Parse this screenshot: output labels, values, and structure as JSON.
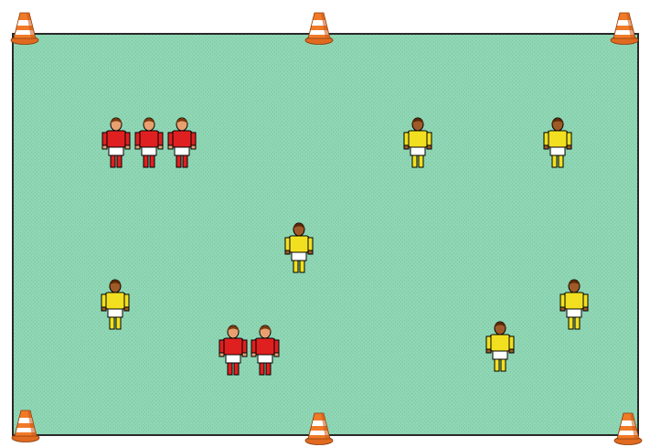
{
  "pitch": {
    "fill": "#8fd6b4",
    "speckle": "#7cc4a2",
    "border": "#2a2a2a"
  },
  "cones": {
    "count": 6,
    "colors": {
      "orange": "#f07a28",
      "stripe": "#ffffff",
      "shadow": "#c85a18",
      "base": "#e06a20"
    }
  },
  "teams": {
    "red": {
      "count": 5,
      "colors": {
        "shirt": "#e02020",
        "shorts": "#ffffff",
        "socks": "#e02020",
        "skin": "#e8a070",
        "hair": "#7a3a10"
      },
      "groups": [
        3,
        2
      ]
    },
    "yellow": {
      "count": 6,
      "colors": {
        "shirt": "#f2e020",
        "shorts": "#ffffff",
        "socks": "#f2e020",
        "skin": "#a05a28",
        "hair": "#5a2a08"
      }
    }
  }
}
